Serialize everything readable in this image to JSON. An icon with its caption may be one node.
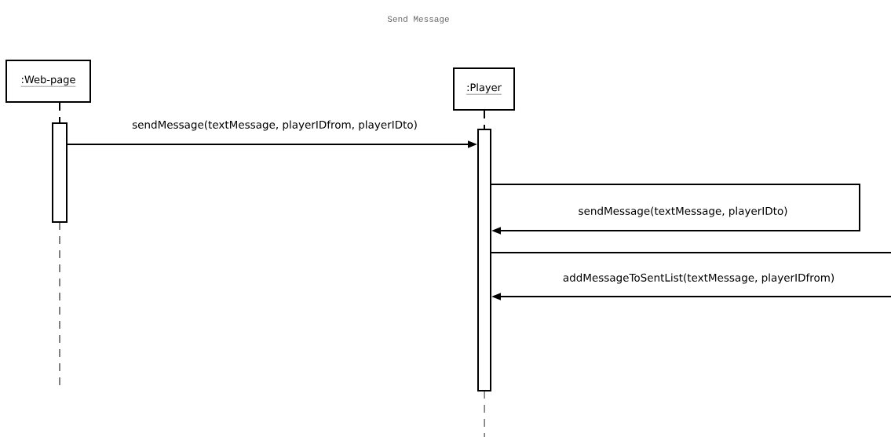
{
  "diagram": {
    "title": "Send Message",
    "nodes": [
      {
        "text": [
          ":Web-page"
        ]
      },
      {
        "text": [
          ":Player"
        ]
      },
      {
        "text": [],
        "shape": "bar"
      },
      {
        "text": [],
        "shape": "bar"
      }
    ],
    "edges": [
      {
        "from": 0,
        "to": 2,
        "arrow": "none",
        "style": "dashed"
      },
      {
        "from": 1,
        "to": 3,
        "arrow": "none",
        "style": "dashed"
      },
      {
        "from": 2,
        "to": 3,
        "arrow": "to",
        "label": "sendMessage(textMessage, playerIDfrom, playerIDto)"
      },
      {
        "from": 3,
        "to": 3,
        "arrow": "to",
        "label": "sendMessage(textMessage, playerIDto)"
      },
      {
        "from": 3,
        "to": null,
        "arrow": "none"
      },
      {
        "from": null,
        "to": 3,
        "arrow": "to",
        "label": "addMessageToSentList(textMessage, playerIDfrom)"
      }
    ]
  }
}
